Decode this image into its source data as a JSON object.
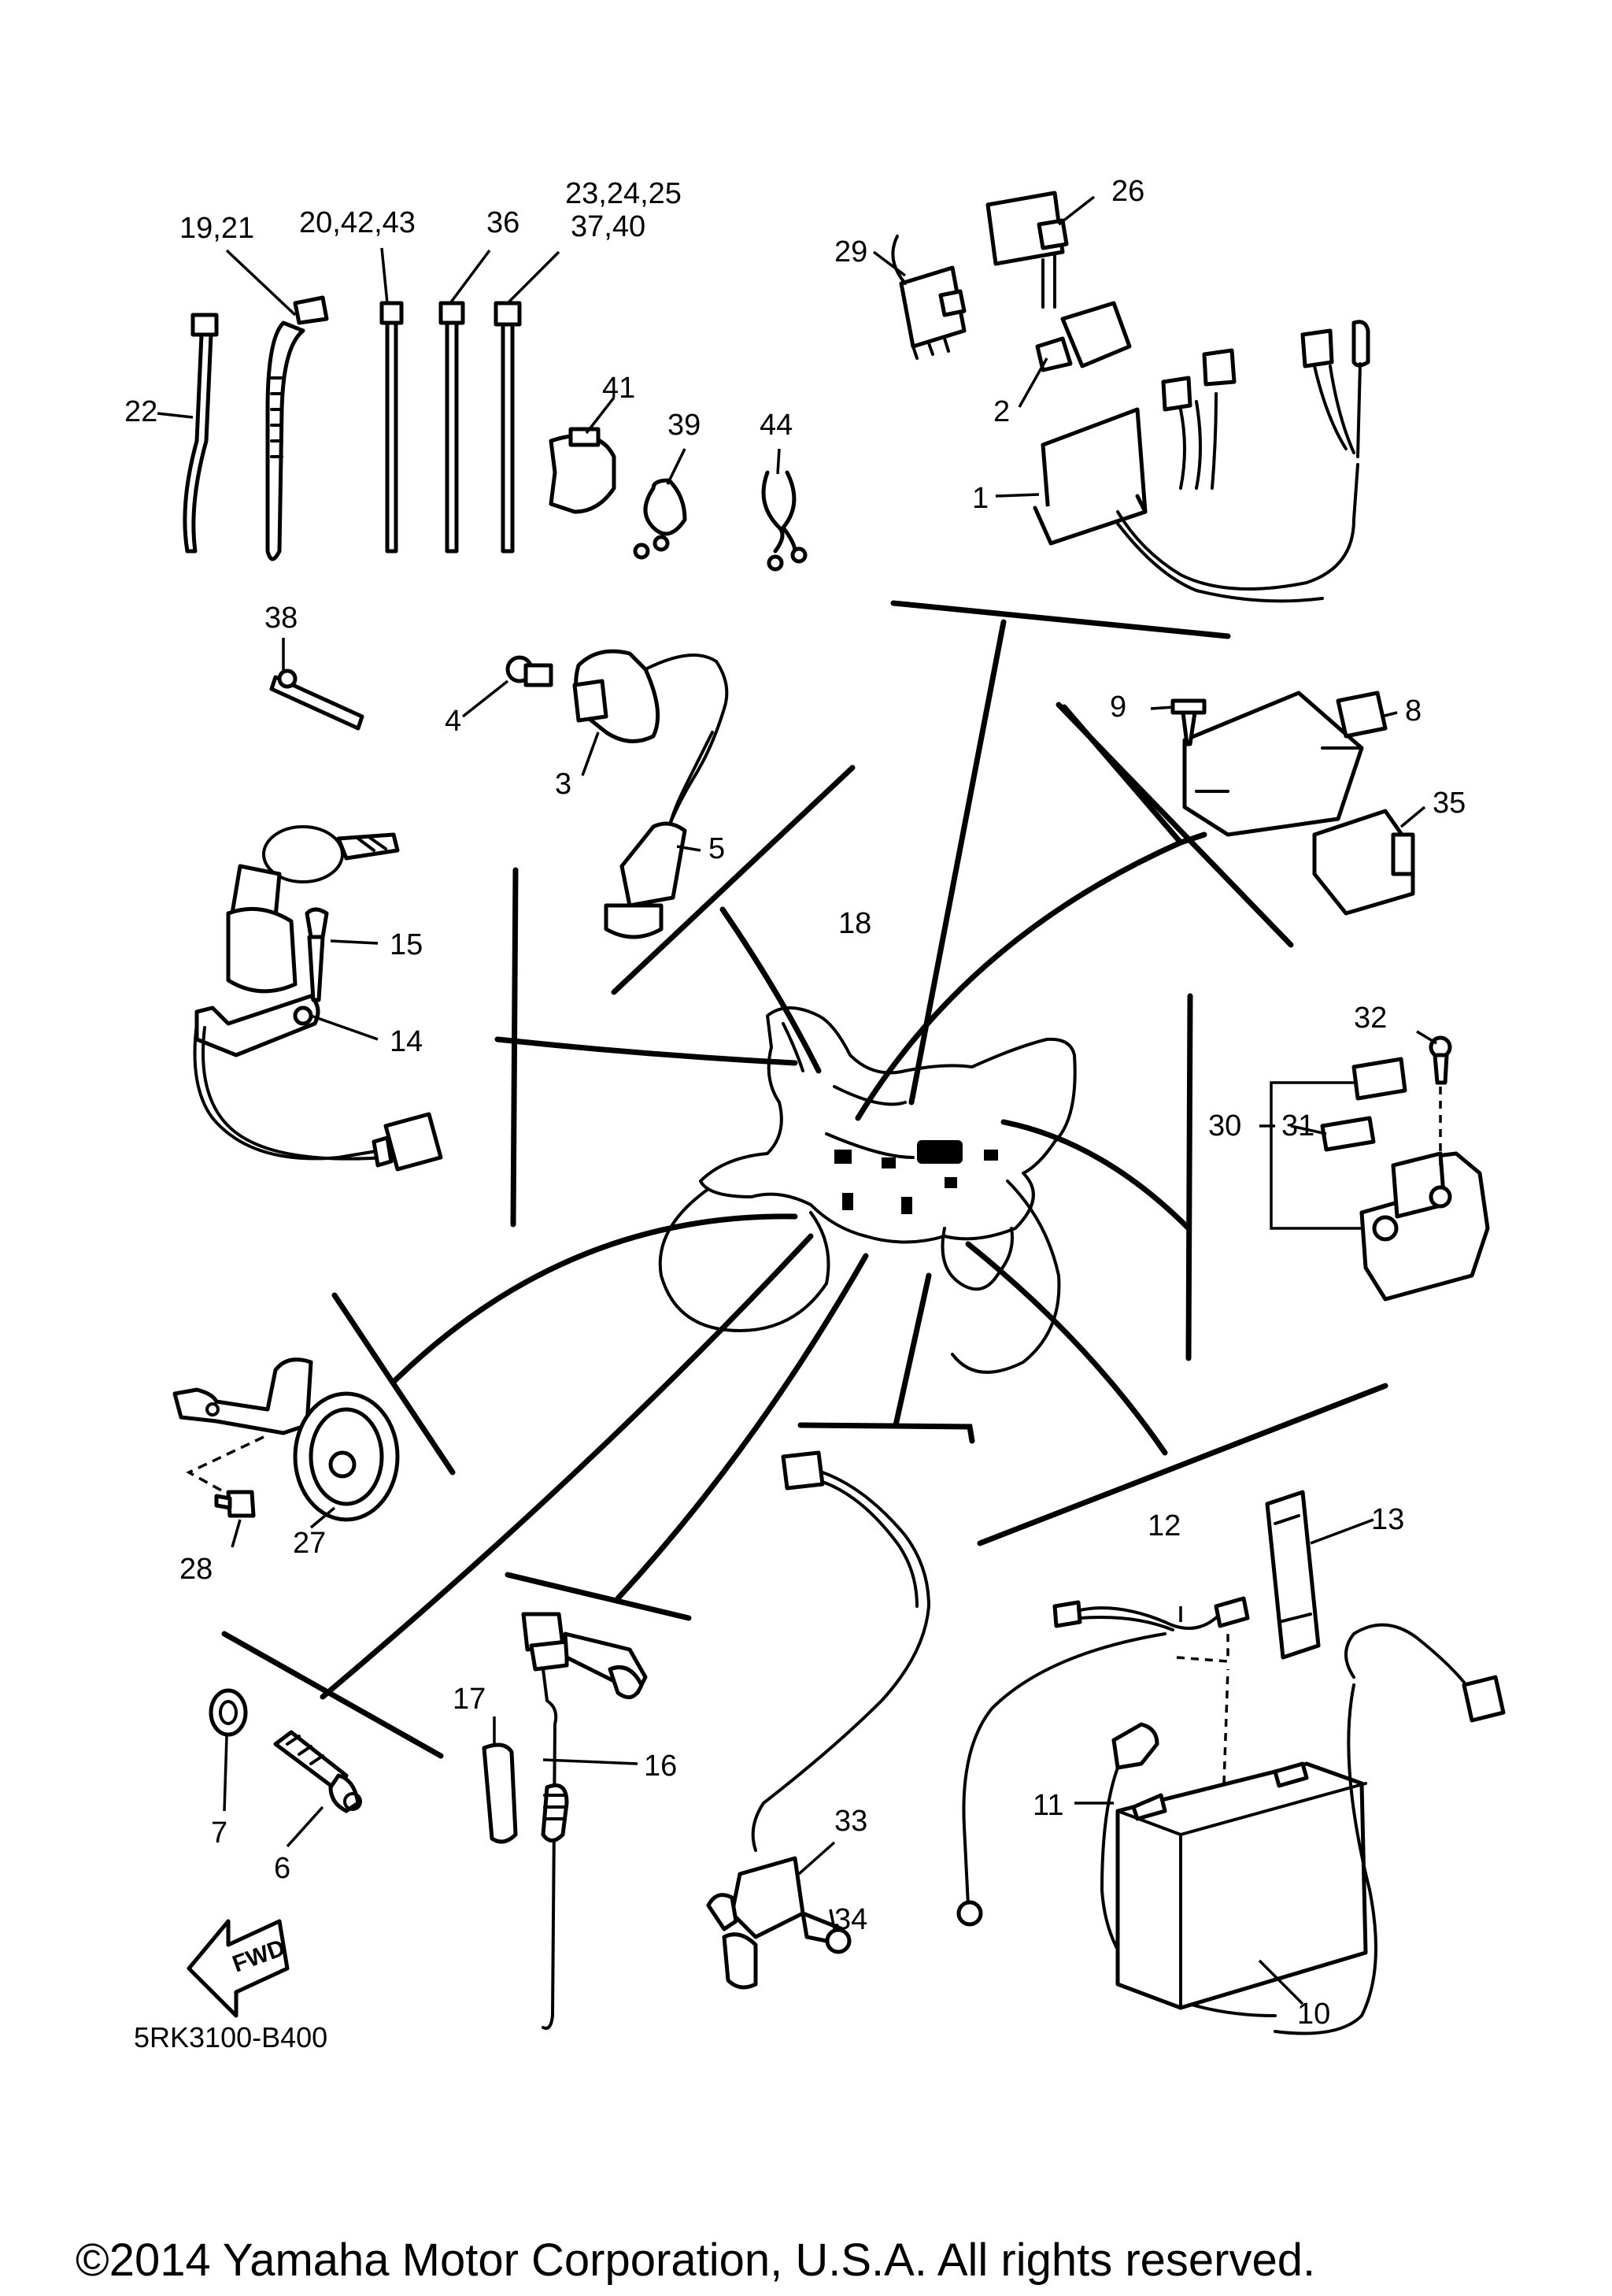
{
  "callouts": {
    "c1": "1",
    "c2": "2",
    "c3": "3",
    "c4": "4",
    "c5": "5",
    "c6": "6",
    "c7": "7",
    "c8": "8",
    "c9": "9",
    "c10": "10",
    "c11": "11",
    "c12": "12",
    "c13": "13",
    "c14": "14",
    "c15": "15",
    "c16": "16",
    "c17": "17",
    "c18": "18",
    "c19_21": "19,21",
    "c20_42_43": "20,42,43",
    "c22": "22",
    "c23_24_25": "23,24,25",
    "c37_40": "37,40",
    "c26": "26",
    "c27": "27",
    "c28": "28",
    "c29": "29",
    "c30": "30",
    "c31": "31",
    "c32": "32",
    "c33": "33",
    "c34": "34",
    "c35": "35",
    "c36": "36",
    "c38": "38",
    "c39": "39",
    "c41": "41",
    "c44": "44"
  },
  "fwd_label": "FWD",
  "diagram_code": "5RK3100-B400",
  "copyright": "©2014 Yamaha Motor Corporation, U.S.A. All rights reserved."
}
